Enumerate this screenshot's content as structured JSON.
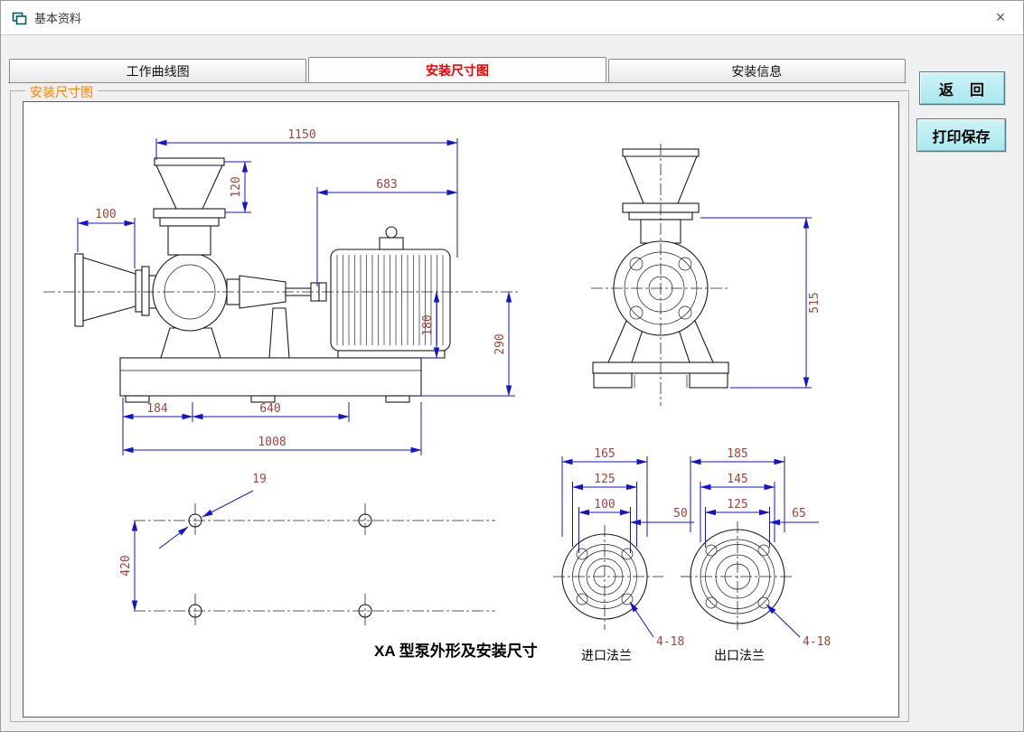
{
  "window": {
    "title": "基本资料",
    "close": "×"
  },
  "tabs": [
    {
      "label": "工作曲线图"
    },
    {
      "label": "安装尺寸图"
    },
    {
      "label": "安装信息"
    }
  ],
  "actions": {
    "back": "返　回",
    "print_save": "打印保存"
  },
  "groupbox_title": "安装尺寸图",
  "colors": {
    "tab_active_text": "#ee0000",
    "group_label": "#ff8000",
    "dimension_line": "#1414cc",
    "dimension_text": "#a0433c",
    "button_bg": "#b2ecf2"
  },
  "drawing": {
    "caption": "XA 型泵外形及安装尺寸",
    "side": {
      "overall_length": "1150",
      "motor_span": "683",
      "outlet_drop": "120",
      "suction_length": "100",
      "shaft_height": "180",
      "center_height": "290",
      "foot_left": "184",
      "foot_span": "640",
      "base_length": "1008"
    },
    "front": {
      "overall_height": "515"
    },
    "foundation": {
      "hole_diameter": "19",
      "row_spacing": "420"
    },
    "inlet": {
      "label": "进口法兰",
      "od": "165",
      "bcd": "125",
      "face": "100",
      "half": "50",
      "holes": "4-18"
    },
    "outlet": {
      "label": "出口法兰",
      "od": "185",
      "bcd": "145",
      "face": "125",
      "half": "65",
      "holes": "4-18"
    }
  }
}
